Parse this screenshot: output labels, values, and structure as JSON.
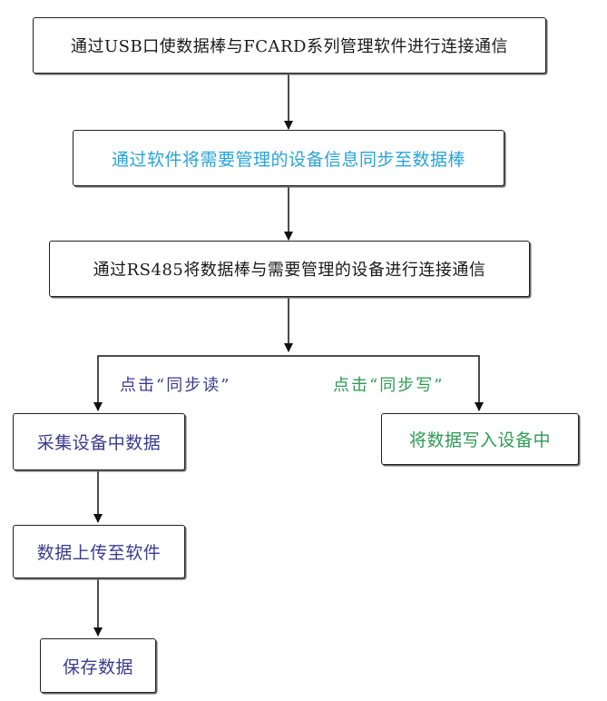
{
  "colors": {
    "black": "#1a1a1a",
    "blue": "#29a3d8",
    "navy": "#3b3b8f",
    "green": "#2e9b55",
    "line": "#111111"
  },
  "steps": {
    "step1": "通过USB口使数据棒与FCARD系列管理软件进行连接通信",
    "step2": "通过软件将需要管理的设备信息同步至数据棒",
    "step3": "通过RS485将数据棒与需要管理的设备进行连接通信",
    "collect": "采集设备中数据",
    "upload": "数据上传至软件",
    "save": "保存数据",
    "write": "将数据写入设备中"
  },
  "branches": {
    "read": "点击“同步读”",
    "write": "点击“同步写”"
  }
}
